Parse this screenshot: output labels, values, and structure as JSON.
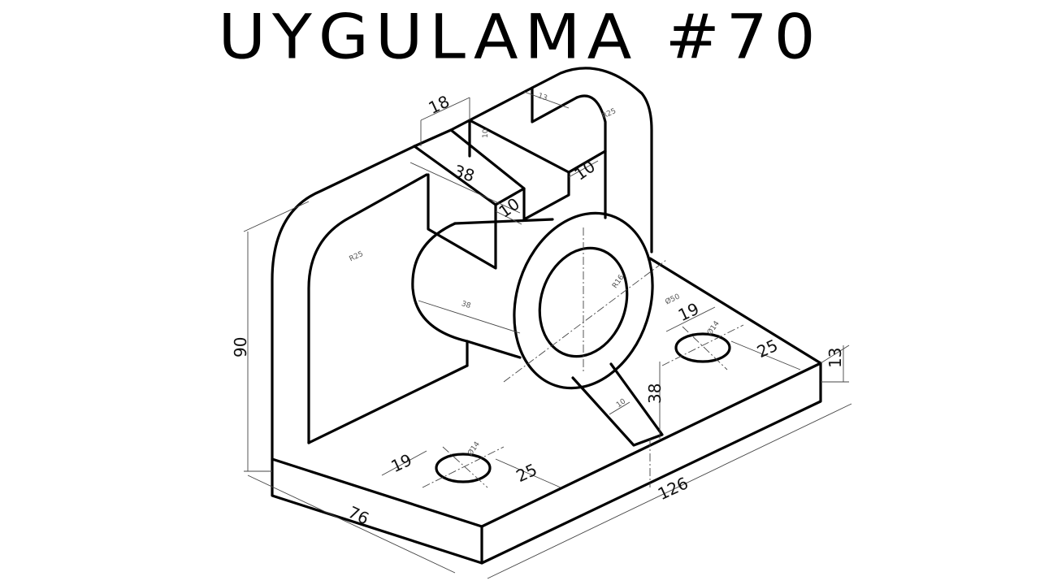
{
  "title": "UYGULAMA #70",
  "dimensions": {
    "top_width": "18",
    "top_slot": "13",
    "top_radius": "R25",
    "slot_depth": "10",
    "back_depth": "38",
    "slot_left": "10",
    "slot_right": "10",
    "left_radius": "R25",
    "cyl_length": "38",
    "inner_radius": "R16",
    "outer_dia": "Ø50",
    "height": "90",
    "hole_right_offset": "19",
    "hole_right_dia": "Ø14",
    "hole_right_dist": "25",
    "plate_thick": "13",
    "rib_height": "38",
    "rib_thick": "10",
    "hole_left_offset": "19",
    "hole_left_dia": "Ø14",
    "hole_left_dist": "25",
    "length": "126",
    "depth": "76"
  }
}
